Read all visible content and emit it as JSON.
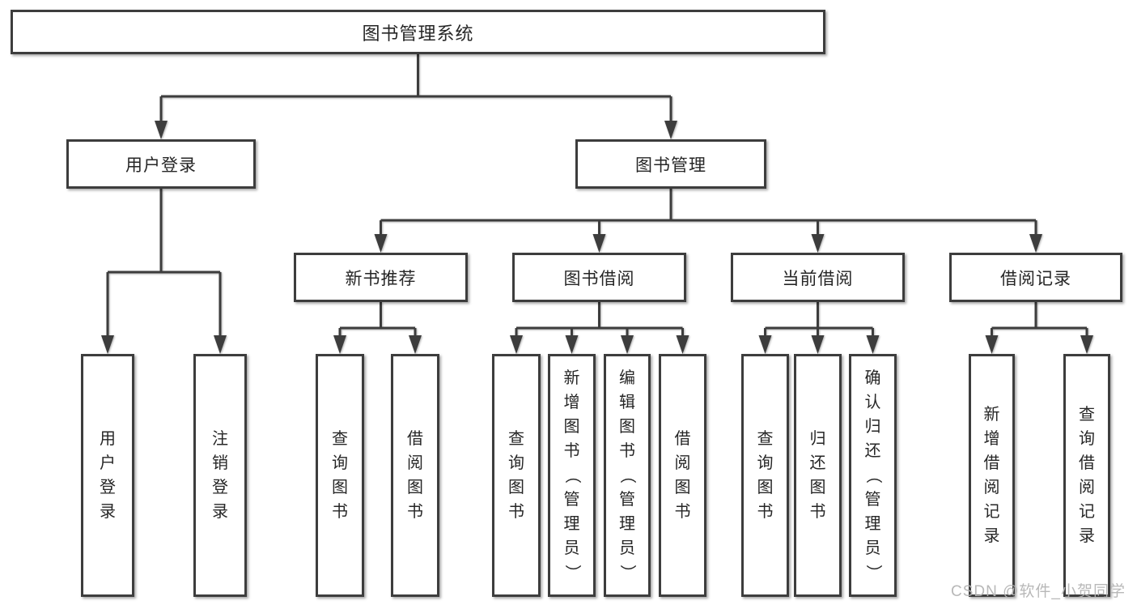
{
  "colors": {
    "line": "#3d3d3d",
    "box_border": "#3d3d3d",
    "box_fill": "#ffffff",
    "text": "#262626",
    "watermark": "#b5b5b5",
    "background": "#ffffff"
  },
  "diagram": {
    "root": {
      "label": "图书管理系统",
      "children": [
        {
          "label": "用户登录",
          "children": [
            {
              "label": "用户登录"
            },
            {
              "label": "注销登录"
            }
          ]
        },
        {
          "label": "图书管理",
          "children": [
            {
              "label": "新书推荐",
              "children": [
                {
                  "label": "查询图书"
                },
                {
                  "label": "借阅图书"
                }
              ]
            },
            {
              "label": "图书借阅",
              "children": [
                {
                  "label": "查询图书"
                },
                {
                  "label": "新增图书（管理员）"
                },
                {
                  "label": "编辑图书（管理员）"
                },
                {
                  "label": "借阅图书"
                }
              ]
            },
            {
              "label": "当前借阅",
              "children": [
                {
                  "label": "查询图书"
                },
                {
                  "label": "归还图书"
                },
                {
                  "label": "确认归还（管理员）"
                }
              ]
            },
            {
              "label": "借阅记录",
              "children": [
                {
                  "label": "新增借阅记录"
                },
                {
                  "label": "查询借阅记录"
                }
              ]
            }
          ]
        }
      ]
    }
  },
  "watermark": {
    "text": "CSDN @软件_小贺同学"
  }
}
